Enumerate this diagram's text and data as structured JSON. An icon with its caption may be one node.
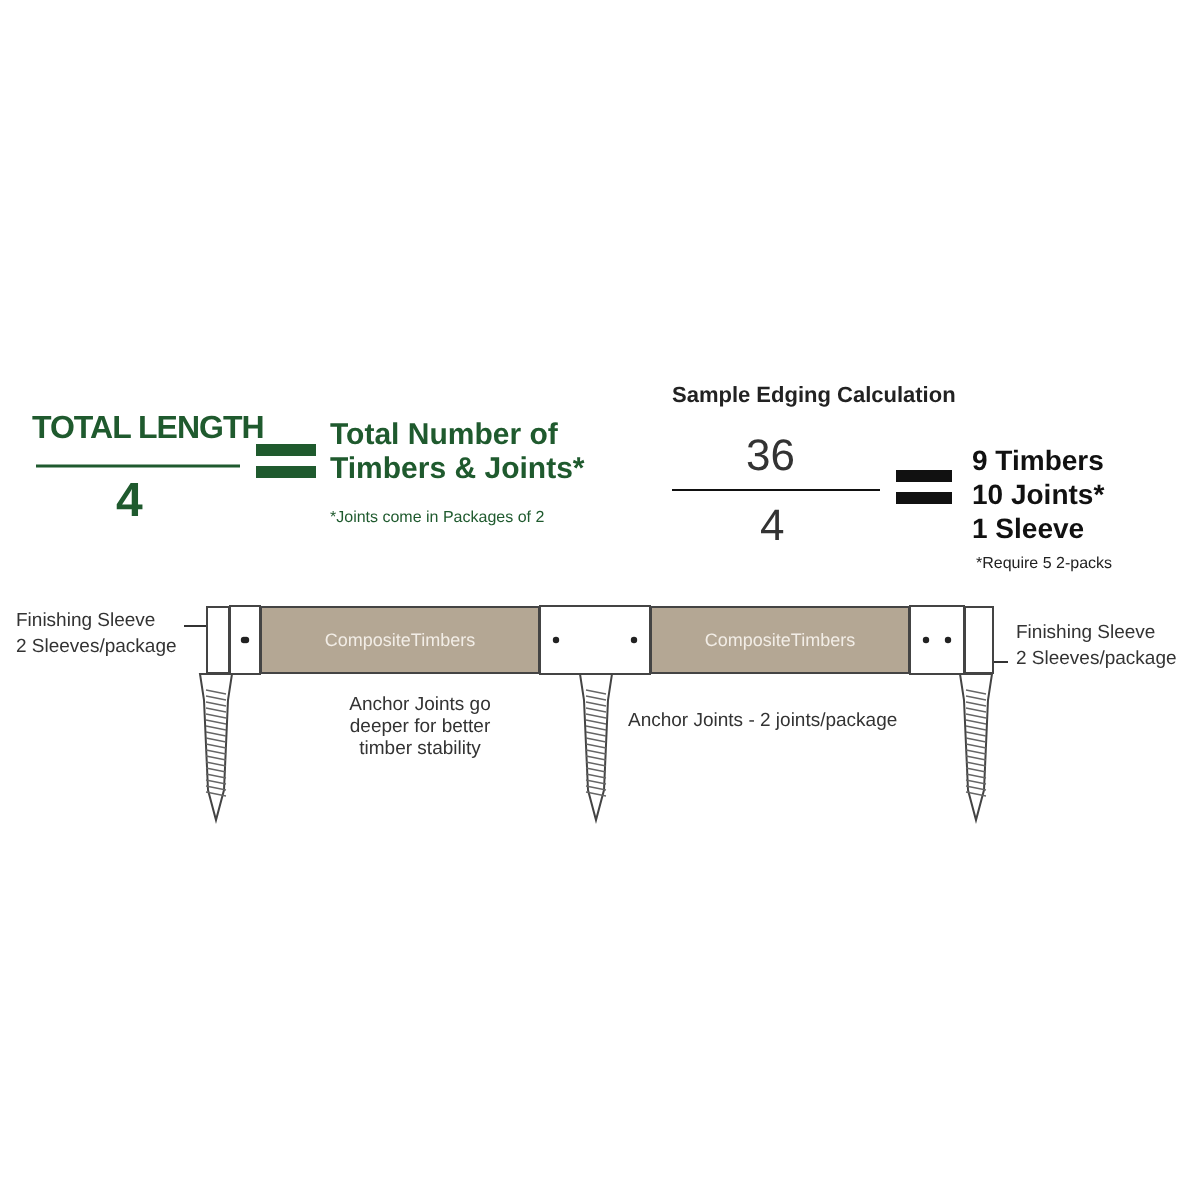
{
  "diagram": {
    "nodes": [
      {
        "text": [
          "Finishing Sleeve 2 Sleeves/package"
        ]
      },
      {
        "text": [],
        "shape": "box"
      },
      {
        "text": [
          "CompositeTimbers"
        ]
      },
      {
        "text": [
          "CompositeTimbers"
        ]
      },
      {
        "text": [],
        "shape": "box"
      },
      {
        "text": [
          "Finishing Sleeve 2 Sleeves/package"
        ]
      }
    ],
    "edges": [
      {
        "from": 0,
        "to": 1,
        "arrow": "none"
      },
      {
        "from": 5,
        "to": 4,
        "arrow": "none"
      }
    ],
    "labels": [
      "TOTAL LENGTH",
      "4",
      "Total Number of Timbers & Joints*",
      "*Joints come in Packages of 2",
      "Sample Edging Calculation",
      "36",
      "4",
      "9 Timbers",
      "10 Joints*",
      "1 Sleeve",
      "*Require 5 2-packs",
      "Anchor Joints go deeper for better timber stability",
      "Anchor Joints - 2 joints/package"
    ]
  }
}
